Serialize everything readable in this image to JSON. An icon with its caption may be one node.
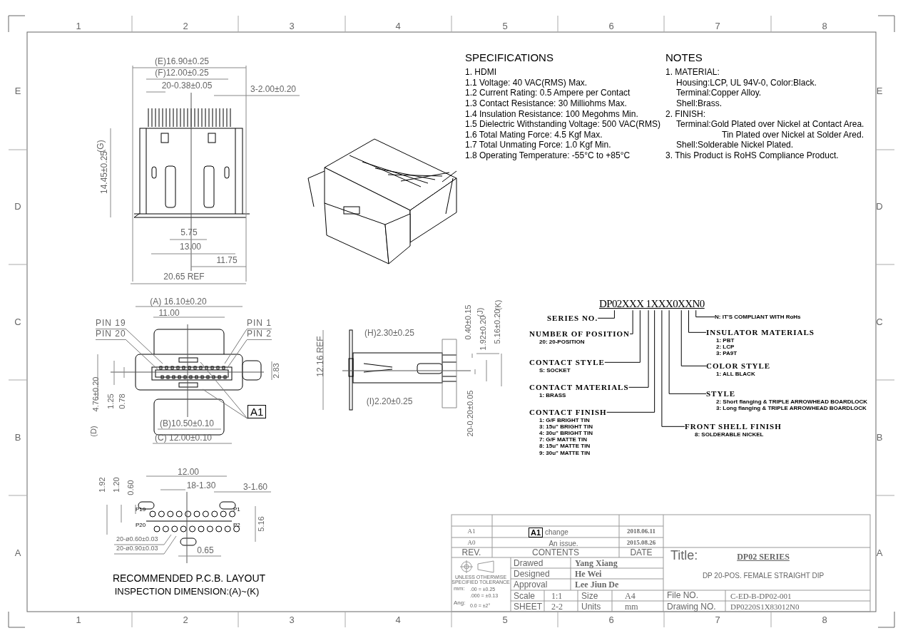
{
  "diagram": {
    "nodes": [
      {
        "text": [
          "DP02XXX 1XXX0XXN0"
        ]
      },
      {
        "text": [
          "SERIES NO."
        ]
      },
      {
        "text": [
          "NUMBER OF POSITION",
          "20: 20-POSITION"
        ]
      },
      {
        "text": [
          "CONTACT STYLE",
          "S: SOCKET"
        ]
      },
      {
        "text": [
          "CONTACT MATERIALS",
          "1: BRASS"
        ]
      },
      {
        "text": [
          "CONTACT FINISH",
          "1: G/F BRIGHT TIN",
          "3: 15u\" BRIGHT TIN",
          "4: 30u\" BRIGHT TIN",
          "7: G/F MATTE TIN",
          "8: 15u\" MATTE TIN",
          "9: 30u\" MATTE TIN"
        ]
      },
      {
        "text": [
          "N: IT'S COMPLIANT WITH RoHs"
        ]
      },
      {
        "text": [
          "INSULATOR MATERIALS",
          "1: PBT",
          "2: LCP",
          "3: PA9T"
        ]
      },
      {
        "text": [
          "COLOR STYLE",
          "1: ALL BLACK"
        ]
      },
      {
        "text": [
          "STYLE",
          "2: Short flanging & TRIPLE ARROWHEAD BOARDLOCK",
          "3: Long flanging & TRIPLE ARROWHEAD BOARDLOCK"
        ]
      },
      {
        "text": [
          "FRONT SHELL FINISH",
          "8: SOLDERABLE NICKEL"
        ]
      },
      {
        "text": [
          "A1"
        ]
      },
      {
        "text": [
          "PIN 19"
        ]
      },
      {
        "text": [
          "PIN 20"
        ]
      },
      {
        "text": [
          "PIN 1"
        ]
      },
      {
        "text": [
          "PIN 2"
        ]
      }
    ],
    "edges": [
      {
        "from": 1,
        "to": 0,
        "arrow": "none"
      },
      {
        "from": 2,
        "to": 0,
        "arrow": "none"
      },
      {
        "from": 3,
        "to": 0,
        "arrow": "none"
      },
      {
        "from": 4,
        "to": 0,
        "arrow": "none"
      },
      {
        "from": 5,
        "to": 0,
        "arrow": "none"
      },
      {
        "from": 6,
        "to": 0,
        "arrow": "none"
      },
      {
        "from": 7,
        "to": 0,
        "arrow": "none"
      },
      {
        "from": 8,
        "to": 0,
        "arrow": "none"
      },
      {
        "from": 9,
        "to": 0,
        "arrow": "none"
      },
      {
        "from": 10,
        "to": 0,
        "arrow": "none"
      },
      {
        "from": 11,
        "to": null,
        "arrow": "none",
        "color": "#777777"
      },
      {
        "from": 11,
        "to": null,
        "arrow": "none",
        "color": "#777777"
      },
      {
        "from": 12,
        "to": null,
        "arrow": "none",
        "color": "#777777"
      },
      {
        "from": 13,
        "to": null,
        "arrow": "none",
        "color": "#777777"
      },
      {
        "from": 14,
        "to": null,
        "arrow": "none",
        "color": "#777777"
      },
      {
        "from": 15,
        "to": null,
        "arrow": "none",
        "color": "#777777"
      }
    ],
    "labels": [
      "1",
      "2",
      "3",
      "4",
      "5",
      "6",
      "7",
      "8",
      "E",
      "D",
      "C",
      "B",
      "A",
      "E",
      "D",
      "C",
      "B",
      "A",
      "1",
      "2",
      "3",
      "4",
      "5",
      "6",
      "7",
      "8",
      "(E)16.90±0.25",
      "(F)12.00±0.25",
      "20-0.38±0.05",
      "3-2.00±0.20",
      "(G)",
      "14.45±0.25",
      "5.75",
      "13.00",
      "11.75",
      "20.65 REF",
      "SPECIFICATIONS",
      "1. HDMI",
      "1.1 Voltage: 40 VAC(RMS) Max.",
      "1.2 Current Rating: 0.5 Ampere per Contact",
      "1.3 Contact Resistance: 30 Milliohms Max.",
      "1.4 Insulation Resistance: 100 Megohms Min.",
      "1.5 Dielectric Withstanding Voltage: 500 VAC(RMS)",
      "1.6 Total Mating Force: 4.5 Kgf Max.",
      "1.7 Total Unmating Force: 1.0 Kgf Min.",
      "1.8 Operating Temperature: -55°C to +85°C",
      "NOTES",
      "1. MATERIAL:",
      "Housing:LCP, UL 94V-0, Color:Black.",
      "Terminal:Copper Alloy.",
      "Shell:Brass.",
      "2. FINISH:",
      "Terminal:Gold Plated over Nickel at Contact Area.",
      "Tin Plated over Nickel at Solder Ared.",
      "Shell:Solderable Nickel Plated.",
      "3. This Product is RoHS Compliance Product.",
      "(A) 16.10±0.20",
      "11.00",
      "2.83",
      "1.25",
      "0.78",
      "4.76±0.20",
      "(D)",
      "(B)10.50±0.10",
      "(C) 12.00±0.10",
      "12.16 REF",
      "(H)2.30±0.25",
      "(I)2.20±0.25",
      "0.40±0.15",
      "(J)",
      "1.92±0.20",
      "(K)",
      "5.16±0.20",
      "20-0.20±0.05",
      "1.92",
      "1.20",
      "0.60",
      "12.00",
      "18-1.30",
      "3-1.60",
      "5.16",
      "P19",
      "P1",
      "P20",
      "P2",
      "20-ø0.60±0.03",
      "20-ø0.90±0.03",
      "0.65",
      "RECOMMENDED P.C.B. LAYOUT",
      "INSPECTION DIMENSION:(A)~(K)",
      "A1",
      "A1",
      "change",
      "2018.06.11",
      "A0",
      "An issue.",
      "2015.08.26",
      "REV.",
      "CONTENTS",
      "DATE",
      "Drawed",
      "Yang Xiang",
      "Designed",
      "He Wei",
      "Approval",
      "Lee Jiun De",
      "UNLESS OTHERWISE SPECIFIED TOLERANCE",
      "mm:",
      ".00 = ±0.25",
      ".000 = ±0.13",
      "Ang:",
      "0.0 = ±2°",
      "Scale",
      "1:1",
      "Size",
      "A4",
      "SHEET",
      "2-2",
      "Units",
      "mm",
      "Title:",
      "DP02 SERIES",
      "DP 20-POS. FEMALE STRAIGHT DIP",
      "File NO.",
      "C-ED-B-DP02-001",
      "Drawing NO.",
      "DP0220S1X83012N0"
    ]
  }
}
